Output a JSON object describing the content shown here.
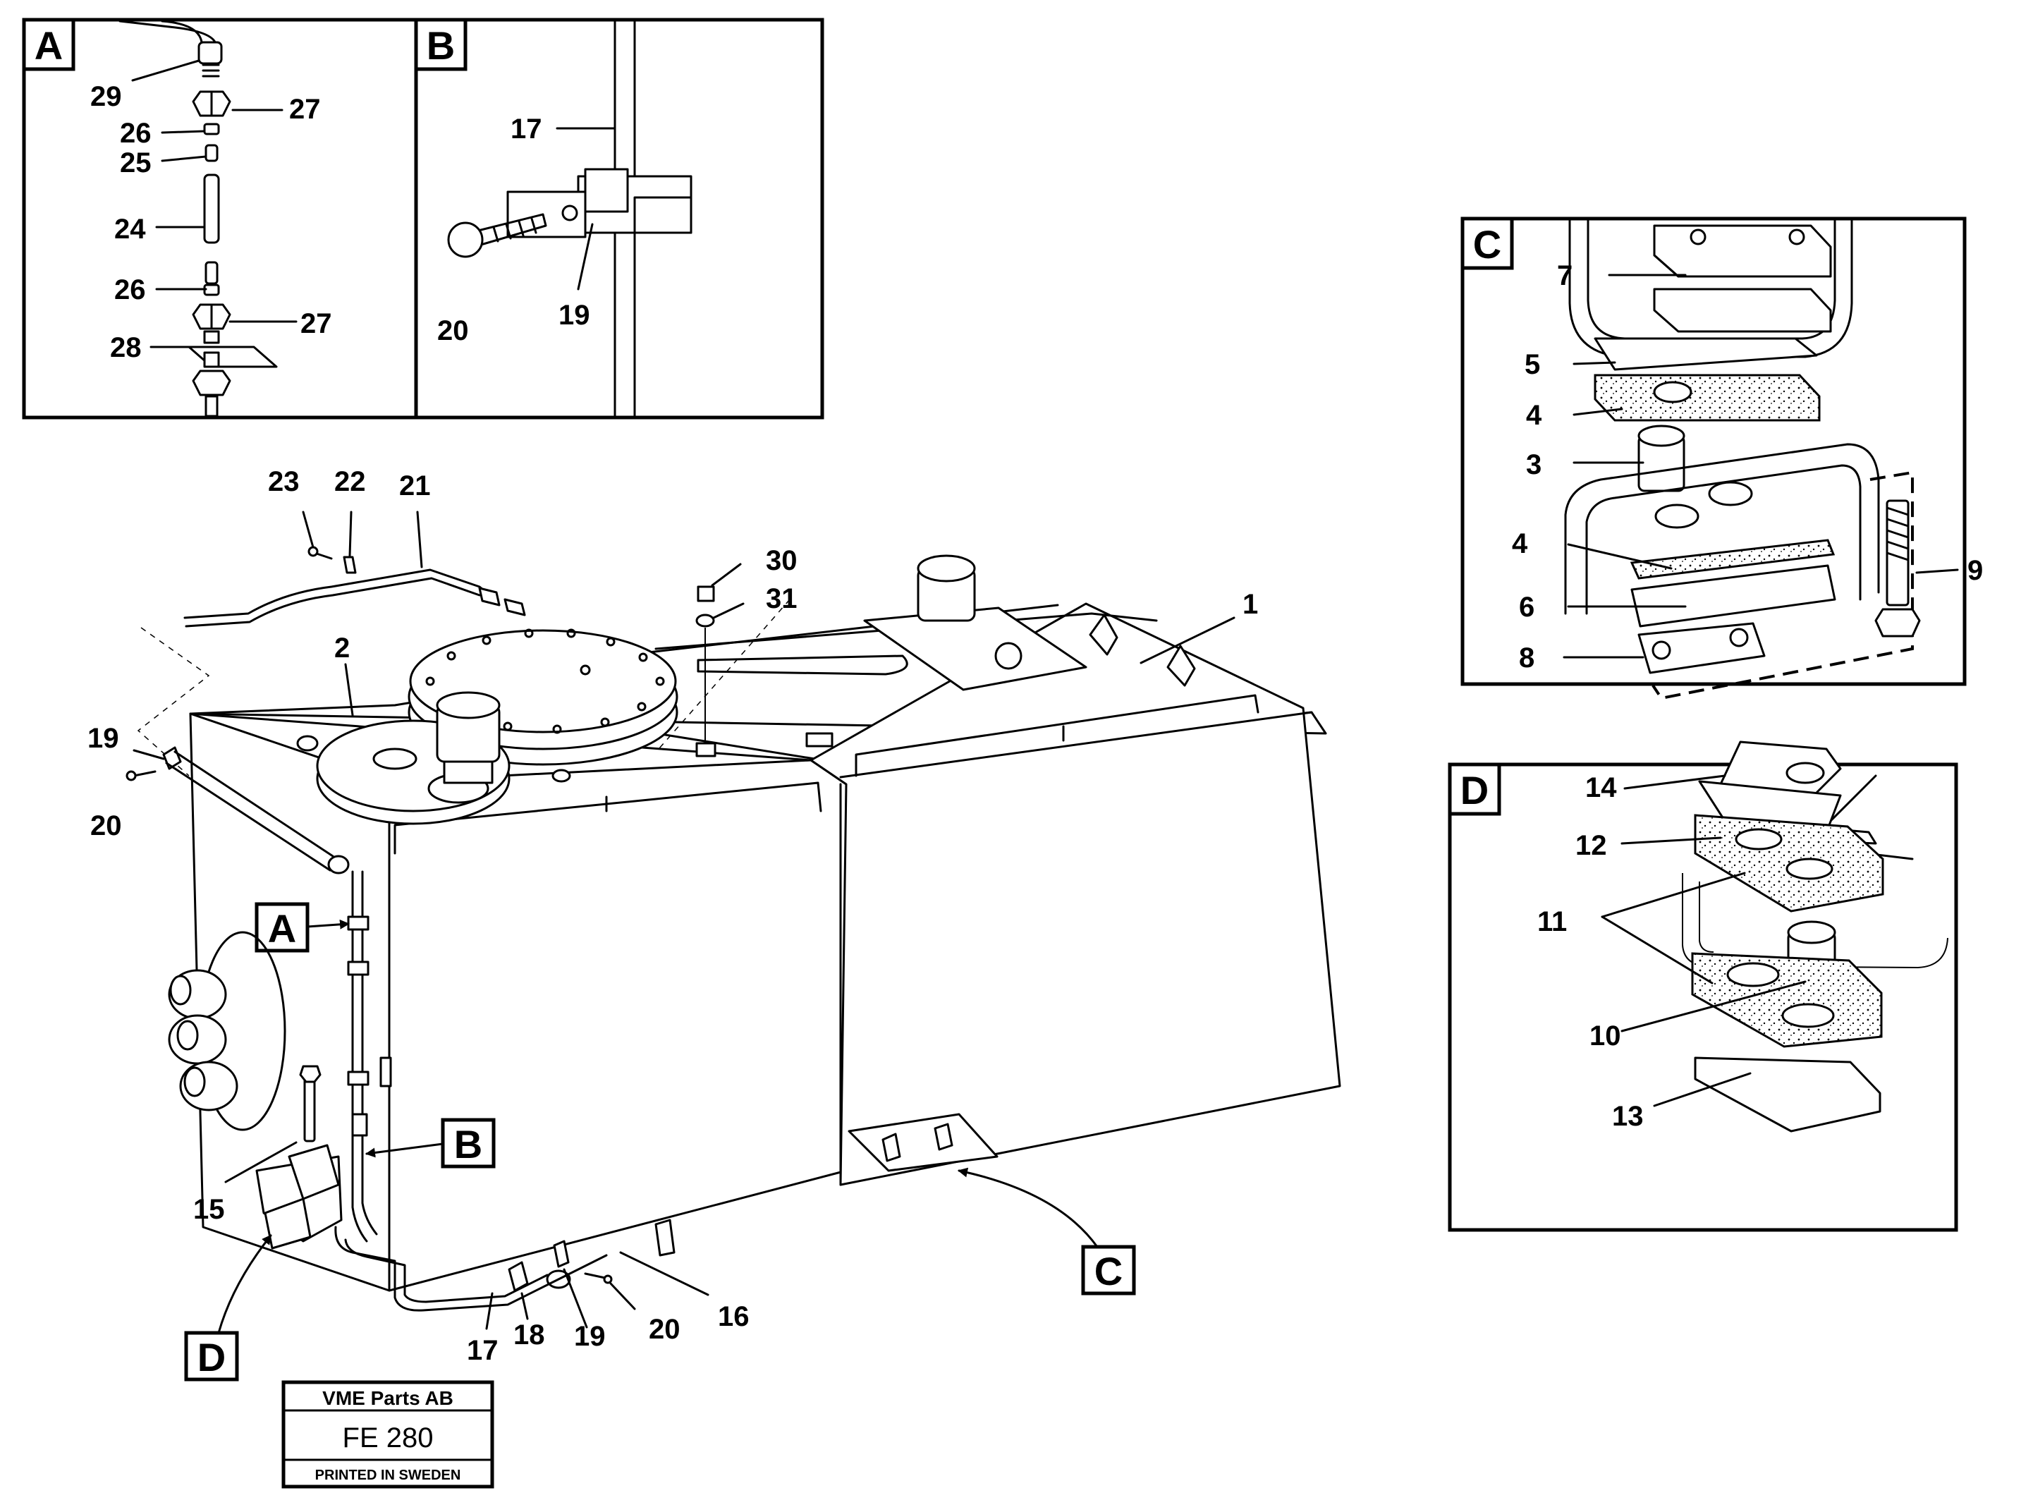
{
  "detail_views": {
    "A": {
      "label": "A",
      "callouts": [
        "29",
        "27",
        "26",
        "25",
        "24",
        "26",
        "27",
        "28"
      ]
    },
    "B": {
      "label": "B",
      "callouts": [
        "17",
        "20",
        "19"
      ]
    },
    "C": {
      "label": "C",
      "callouts": [
        "7",
        "5",
        "4",
        "3",
        "4",
        "6",
        "8",
        "9"
      ]
    },
    "D": {
      "label": "D",
      "callouts": [
        "14",
        "12",
        "11",
        "10",
        "13"
      ]
    }
  },
  "main_view": {
    "callouts": [
      "23",
      "22",
      "21",
      "30",
      "31",
      "1",
      "2",
      "19",
      "20",
      "15",
      "17",
      "18",
      "19",
      "20",
      "16"
    ],
    "view_markers": [
      "A",
      "B",
      "C",
      "D"
    ]
  },
  "title_block": {
    "company": "VME Parts AB",
    "code": "FE 280",
    "printed": "PRINTED IN SWEDEN"
  }
}
